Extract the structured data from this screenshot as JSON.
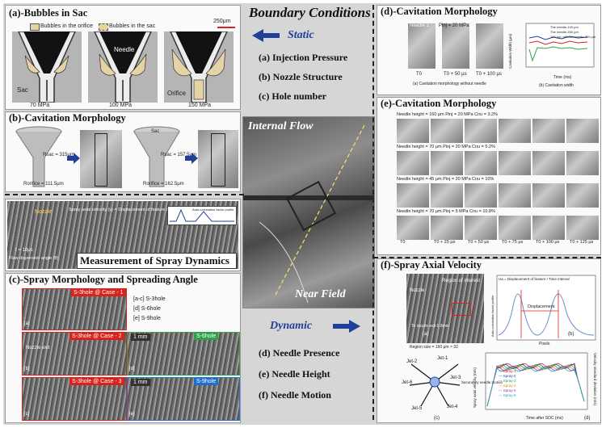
{
  "center_title": "Boundary Conditions",
  "static": {
    "label": "Static",
    "items": [
      "(a) Injection Pressure",
      "(b) Nozzle Structure",
      "(c) Hole number"
    ]
  },
  "dynamic": {
    "label": "Dynamic",
    "items": [
      "(d) Needle Presence",
      "(e) Needle Height",
      "(f) Needle Motion"
    ]
  },
  "center_image": {
    "top_label": "Internal Flow",
    "bottom_label": "Near Field"
  },
  "panel_a": {
    "title": "(a)-Bubbles in Sac",
    "legend": [
      "Bubbles in the orifice",
      "Bubbles in the sac"
    ],
    "scale": "250μm",
    "labels": {
      "needle": "Needle",
      "sac": "Sac",
      "orifice": "Orifice"
    },
    "pressures": [
      "70 MPa",
      "100 MPa",
      "150 MPa"
    ]
  },
  "panel_b": {
    "title": "(b)-Cavitation Morphology",
    "dims": [
      "Rsac = 315μm",
      "Rorifice = 111.5μm",
      "Rsac = 157.5μm",
      "Rorifice = 162.5μm"
    ],
    "sac": "Sac"
  },
  "panel_spray": {
    "title": "Measurement of Spray Dynamics",
    "nozzle": "Nozzle",
    "formula": "Spray axial velocity (v) = Displacement of feature / Time interval",
    "auto": "Auto-correlation factor profile",
    "disp": "Displacement",
    "time": "t = 10μs",
    "flow": "Flow dispersion angle (θ)"
  },
  "panel_c": {
    "title": "(c)-Spray Morphology and Spreading Angle",
    "cases": [
      "S-3hole @ Case - 1",
      "S-3hole @ Case - 2",
      "S-3hole @ Case - 3"
    ],
    "notes": [
      "[a-c] S-3hole",
      "[d] S-6hole",
      "[e] S-9hole"
    ],
    "right": [
      "S-6hole",
      "S-9hole"
    ],
    "scale": "1 mm",
    "nozzle_exit": "Nozzle exit",
    "letters": [
      "[a]",
      "[b]",
      "[c]",
      "[d]",
      "[e]"
    ]
  },
  "panel_d": {
    "title": "(d)-Cavitation Morphology",
    "needle": "Needle 1",
    "pinj": "Pinj = 20 MPa",
    "times": [
      "T0",
      "T0 + 50 μs",
      "T0 + 100 μs"
    ],
    "caption_a": "(a) Cavitation morphology without needle",
    "caption_b": "(b) Cavitation width",
    "legend": [
      "The needle-100 μm",
      "The needle-200 μm",
      "100 μm_without needle-200 μm"
    ],
    "ylabel": "Cavitation Width (μm)",
    "xlabel": "Time (ms)"
  },
  "panel_e": {
    "title": "(e)-Cavitation Morphology",
    "rows": [
      {
        "h": "Needle height = 160 μm",
        "p": "Pinj = 20 MPa",
        "c": "Cnu = 3.2%"
      },
      {
        "h": "Needle height = 70 μm",
        "p": "Pinj = 20 MPa",
        "c": "Cnu = 5.2%"
      },
      {
        "h": "Needle height = 45 μm",
        "p": "Pinj = 20 MPa",
        "c": "Cnu = 10%"
      },
      {
        "h": "Needle height = 70 μm",
        "p": "Pinj = 5 MPa",
        "c": "Cnu = 10.8%"
      }
    ],
    "times": [
      "T0",
      "T0 + 25 μs",
      "T0 + 50 μs",
      "T0 + 75 μs",
      "T0 + 100 μs",
      "T0 + 125 μs"
    ]
  },
  "panel_f": {
    "title": "(f)-Spray Axial Velocity",
    "nozzle": "Nozzle",
    "roi": "Region of interest",
    "exit": "To nozzle exit 0.8mm",
    "region": "Region size = 160 μm × 32",
    "formula": "Ua = Displacement of feature / Time interval",
    "disp": "Displacement",
    "pixels": "Pixels",
    "ylabel_b": "Auto-correlation factor profile",
    "labels": [
      "(a)",
      "(b)",
      "(c)",
      "(d)"
    ],
    "jets": [
      "Jet-1",
      "Jet-2",
      "Jet-3",
      "Jet-4",
      "Jet-5",
      "Jet-6"
    ],
    "legend": [
      "Spray-1",
      "Spray-2",
      "Spray-3",
      "Spray-4",
      "Spray-5",
      "Spray-6"
    ],
    "ylabel": "Spray axial velocity (m/s)",
    "ylabel2": "Velocity standard deviation (m/s)",
    "xlabel": "Time after SOC (ms)",
    "secondary": "Secondary needle motion"
  },
  "colors": {
    "blue": "#1f3f9a",
    "red": "#d9221c",
    "green": "#2fa14a"
  }
}
